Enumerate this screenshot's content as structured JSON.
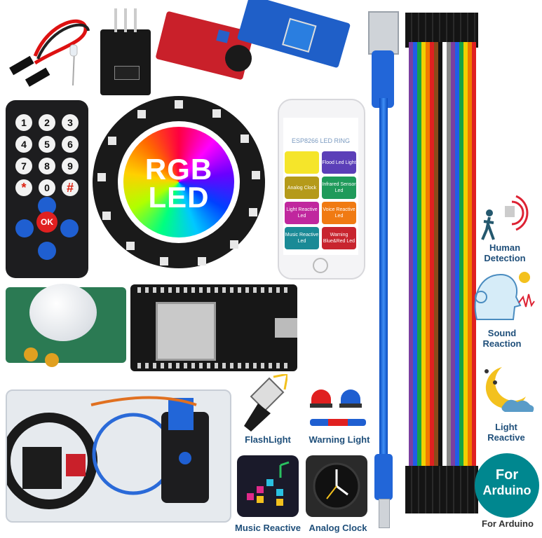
{
  "remote": {
    "keys": [
      "1",
      "2",
      "3",
      "4",
      "5",
      "6",
      "7",
      "8",
      "9",
      "*",
      "0",
      "#"
    ],
    "ok_label": "OK"
  },
  "ring": {
    "line1": "RGB",
    "line2": "LED"
  },
  "phone": {
    "app_title": "ESP8266 LED RING",
    "tiles": [
      {
        "label": "",
        "color": "#f5e52a"
      },
      {
        "label": "Flood Led Light",
        "color": "#5b3fb8"
      },
      {
        "label": "Analog Clock",
        "color": "#b59a1a"
      },
      {
        "label": "Infrared Sensor Led",
        "color": "#1f9a5a"
      },
      {
        "label": "Light Reactive Led",
        "color": "#c0279e"
      },
      {
        "label": "Voice Reactive Led",
        "color": "#f07a12"
      },
      {
        "label": "Music Reactive Led",
        "color": "#1a8a96"
      },
      {
        "label": "Warning Blue&Red Led",
        "color": "#c8242e"
      }
    ]
  },
  "features": {
    "flashlight": "FlashLight",
    "warning_light": "Warning Light",
    "music_reactive": "Music Reactive",
    "analog_clock": "Analog Clock",
    "human_detection": "Human Detection",
    "sound_reaction": "Sound Reaction",
    "light_reactive": "Light Reactive",
    "for_arduino_badge_top": "For",
    "for_arduino_badge_bottom": "Arduino",
    "for_arduino_caption": "For Arduino"
  },
  "colors": {
    "accent_blue": "#1f4f7a",
    "teal": "#00878f"
  }
}
